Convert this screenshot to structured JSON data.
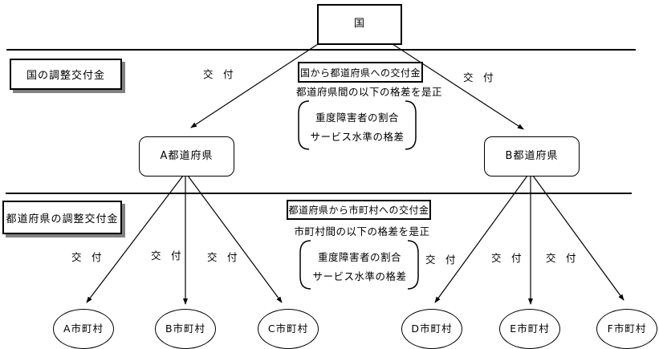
{
  "colors": {
    "ink": "#000000",
    "background": "#ffffff",
    "label_box_shadow": "#808080"
  },
  "sections": {
    "national": {
      "label": "国の調整交付金"
    },
    "prefectural": {
      "label": "都道府県の調整交付金"
    }
  },
  "nodes": {
    "nation": {
      "label": "国"
    },
    "prefectures": [
      {
        "label": "A都道府県"
      },
      {
        "label": "B都道府県"
      }
    ],
    "municipalities": [
      {
        "label": "A市町村"
      },
      {
        "label": "B市町村"
      },
      {
        "label": "C市町村"
      },
      {
        "label": "D市町村"
      },
      {
        "label": "E市町村"
      },
      {
        "label": "F市町村"
      }
    ]
  },
  "edge_label": "交　付",
  "callouts": {
    "national": {
      "title": "国から都道府県への交付金",
      "subtitle": "都道府県間の以下の格差を是正",
      "factors": [
        "重度障害者の割合",
        "サービス水準の格差"
      ]
    },
    "prefectural": {
      "title": "都道府県から市町村への交付金",
      "subtitle": "市町村間の以下の格差を是正",
      "factors": [
        "重度障害者の割合",
        "サービス水準の格差"
      ]
    }
  }
}
